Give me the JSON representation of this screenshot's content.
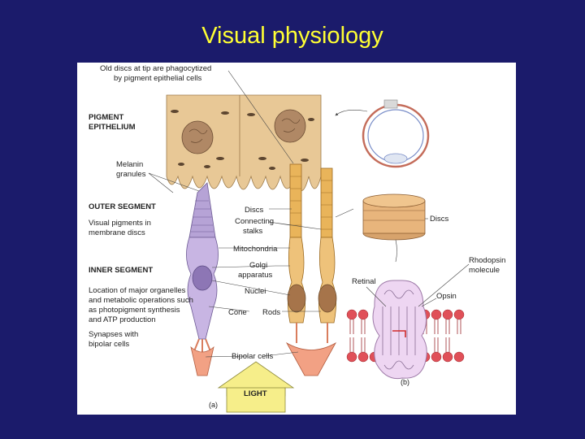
{
  "slide": {
    "title": "Visual physiology"
  },
  "figure": {
    "left_labels": {
      "old_discs_1": "Old discs at tip are phagocytized",
      "old_discs_2": "by pigment epithelial cells",
      "pigment_1": "PIGMENT",
      "pigment_2": "EPITHELIUM",
      "melanin_1": "Melanin",
      "melanin_2": "granules",
      "outer_segment": "OUTER SEGMENT",
      "visual_pigments_1": "Visual pigments in",
      "visual_pigments_2": "membrane discs",
      "inner_segment": "INNER SEGMENT",
      "location_1": "Location of major organelles",
      "location_2": "and metabolic operations such",
      "location_3": "as photopigment synthesis",
      "location_4": "and ATP production",
      "synapses_1": "Synapses with",
      "synapses_2": "bipolar cells"
    },
    "center_labels": {
      "discs": "Discs",
      "connecting_1": "Connecting",
      "connecting_2": "stalks",
      "mitochondria": "Mitochondria",
      "golgi_1": "Golgi",
      "golgi_2": "apparatus",
      "nuclei": "Nuclei",
      "cone": "Cone",
      "rods": "Rods",
      "bipolar_cells": "Bipolar cells",
      "light": "LIGHT",
      "panel_a": "(a)"
    },
    "right_labels": {
      "discs": "Discs",
      "rhodopsin_1": "Rhodopsin",
      "rhodopsin_2": "molecule",
      "retinal": "Retinal",
      "opsin": "Opsin",
      "panel_b": "(b)"
    },
    "colors": {
      "background": "#1b1b6b",
      "title": "#ffff33",
      "epithelium": "#e8c896",
      "cone": "#b6a3d6",
      "rod": "#e9b45a",
      "bipolar": "#f2a184",
      "light_arrow": "#f6ee8a"
    }
  }
}
